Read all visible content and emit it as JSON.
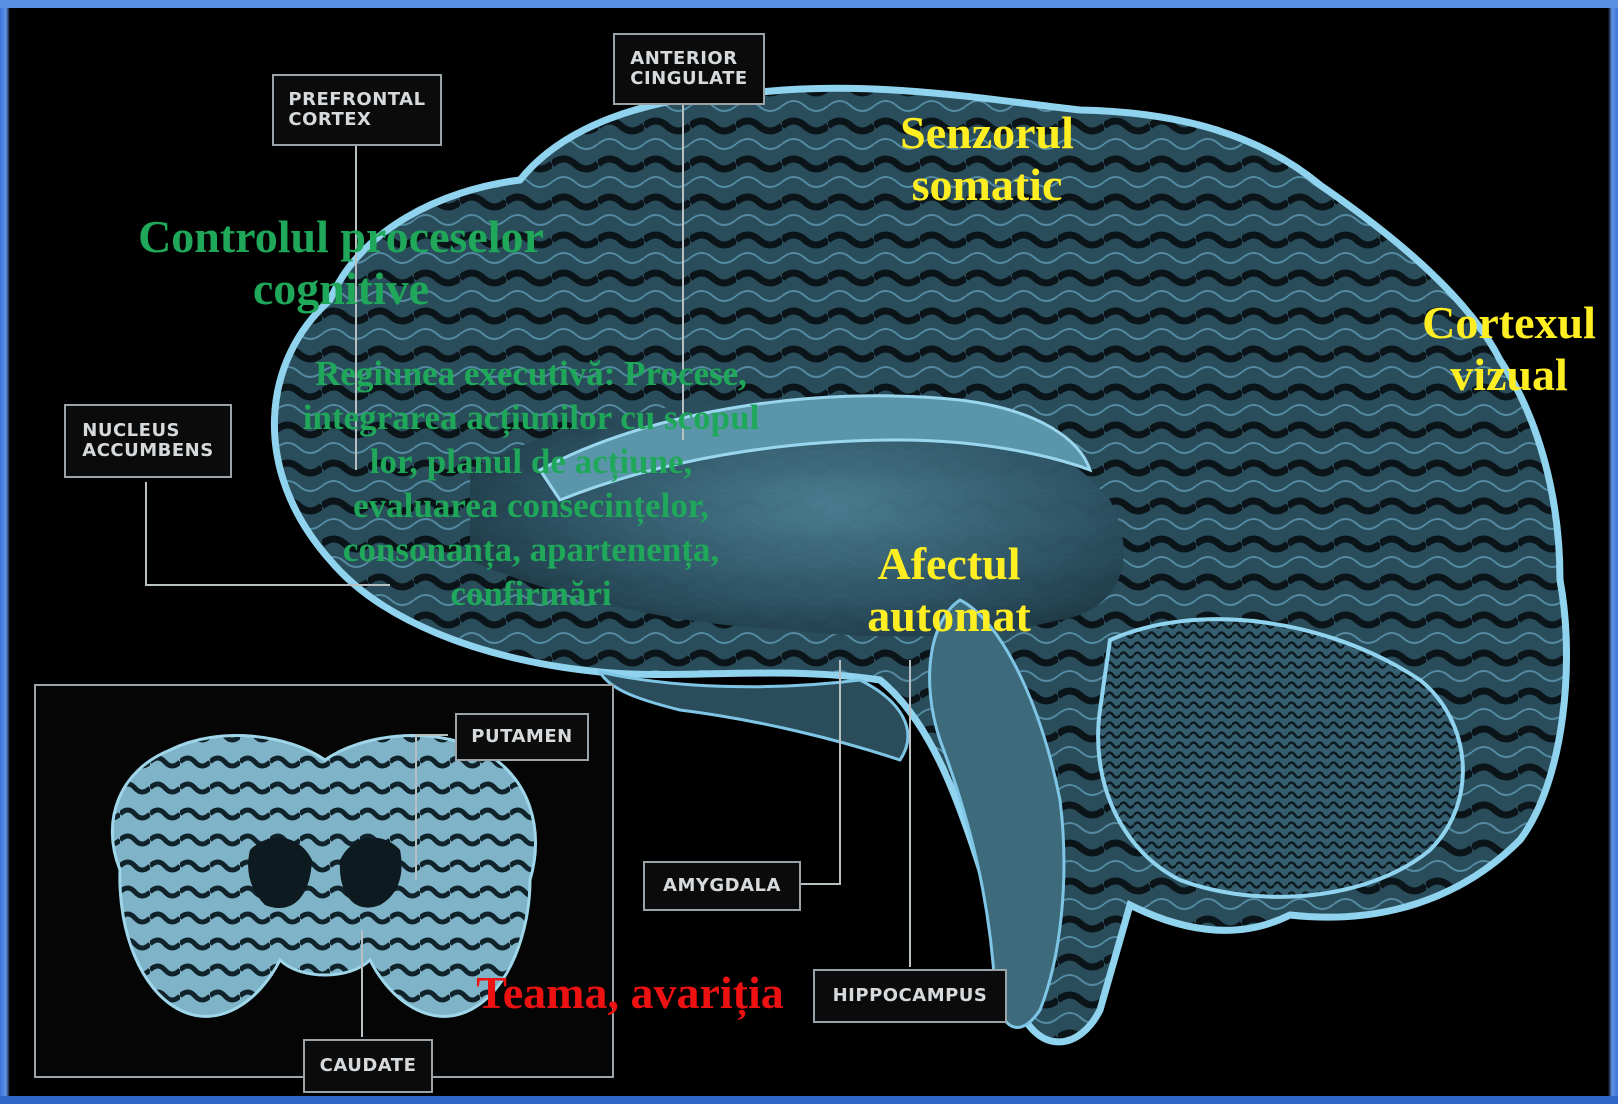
{
  "structure_labels": {
    "prefrontal_cortex": "PREFRONTAL\nCORTEX",
    "anterior_cingulate": "ANTERIOR\nCINGULATE",
    "nucleus_accumbens": "NUCLEUS\nACCUMBENS",
    "putamen": "PUTAMEN",
    "amygdala": "AMYGDALA",
    "hippocampus": "HIPPOCAMPUS",
    "caudate": "CAUDATE"
  },
  "annotations": {
    "cognitive_control": "Controlul proceselor\ncognitive",
    "executive_region": "Regiunea executivă: Procese,\nintegrarea acțiunilor cu scopul\nlor, planul de  acțiune,\nevaluarea consecințelor,\nconsonanța, apartenența,\nconfirmări",
    "somatic_sensor": "Senzorul\nsomatic",
    "visual_cortex": "Cortexul\nvizual",
    "automatic_affect": "Afectul\nautomat",
    "fear_greed": "Teama, avariția"
  },
  "colors": {
    "green_text": "#1fa85a",
    "yellow_text": "#ffee22",
    "red_text": "#ee1111",
    "brain_outline": "#7fc6e6",
    "brain_tissue": "#3f6e80",
    "background": "#000000",
    "frame": "#3a74d8"
  },
  "icons": {
    "sagittal_brain": "sagittal-brain-section-image",
    "coronal_brain": "coronal-brain-section-image"
  }
}
